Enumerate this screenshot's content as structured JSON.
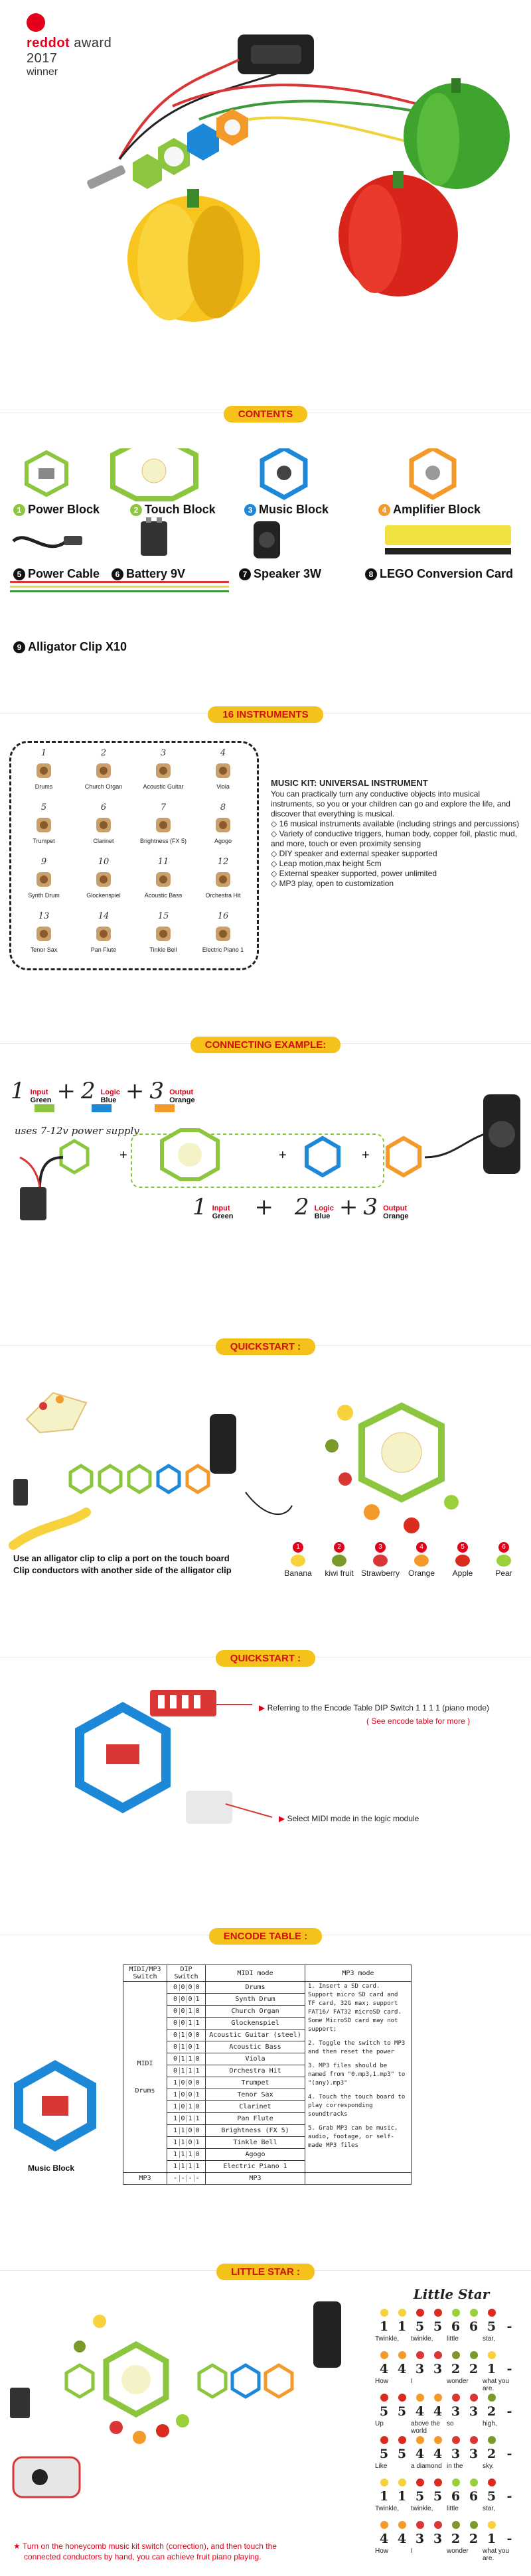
{
  "hero": {
    "award_brand": "reddot",
    "award_text": "award 2017",
    "award_sub": "winner"
  },
  "contents": {
    "title": "CONTENTS",
    "items": [
      {
        "n": "1",
        "label": "Power Block",
        "color": "#8cc63f"
      },
      {
        "n": "2",
        "label": "Touch Block",
        "color": "#8cc63f"
      },
      {
        "n": "3",
        "label": "Music Block",
        "color": "#1e88d8"
      },
      {
        "n": "4",
        "label": "Amplifier Block",
        "color": "#f39a2b"
      },
      {
        "n": "5",
        "label": "Power Cable",
        "color": "#111111"
      },
      {
        "n": "6",
        "label": "Battery 9V",
        "color": "#111111"
      },
      {
        "n": "7",
        "label": "Speaker 3W",
        "color": "#111111"
      },
      {
        "n": "8",
        "label": "LEGO Conversion Card",
        "color": "#111111"
      },
      {
        "n": "9",
        "label": "Alligator Clip X10",
        "color": "#111111"
      }
    ]
  },
  "instruments": {
    "title": "16 INSTRUMENTS",
    "items": [
      {
        "n": "1",
        "label": "Drums"
      },
      {
        "n": "2",
        "label": "Church Organ"
      },
      {
        "n": "3",
        "label": "Acoustic Guitar"
      },
      {
        "n": "4",
        "label": "Viola"
      },
      {
        "n": "5",
        "label": "Trumpet"
      },
      {
        "n": "6",
        "label": "Clarinet"
      },
      {
        "n": "7",
        "label": "Brightness (FX 5)"
      },
      {
        "n": "8",
        "label": "Agogo"
      },
      {
        "n": "9",
        "label": "Synth Drum"
      },
      {
        "n": "10",
        "label": "Glockenspiel"
      },
      {
        "n": "11",
        "label": "Acoustic Bass"
      },
      {
        "n": "12",
        "label": "Orchestra Hit"
      },
      {
        "n": "13",
        "label": "Tenor Sax"
      },
      {
        "n": "14",
        "label": "Pan Flute"
      },
      {
        "n": "15",
        "label": "Tinkle Bell"
      },
      {
        "n": "16",
        "label": "Electric Piano 1"
      }
    ],
    "kit_title": "MUSIC KIT: UNIVERSAL INSTRUMENT",
    "kit_intro": "You can practically turn any conductive objects into musical instruments, so you or your children can go and explore the life, and discover that everything is musical.",
    "features": [
      "16 musical instruments available (including strings and percussions)",
      "Variety of conductive triggers, human body, copper foil, plastic mud, and more, touch or even proximity sensing",
      "DIY speaker and external speaker supported",
      "Leap motion,max height 5cm",
      "External speaker supported, power unlimited",
      "MP3 play, open to customization"
    ]
  },
  "connect": {
    "title": "CONNECTING EXAMPLE:",
    "n1": "1",
    "n2": "2",
    "n3": "3",
    "plus": "+",
    "eq": "=",
    "t1a": "Input",
    "t1b": "Green",
    "t2a": "Logic",
    "t2b": "Blue",
    "t3a": "Output",
    "t3b": "Orange",
    "supply": "uses 7-12v power supply"
  },
  "quickstart1": {
    "title": "QUICKSTART :",
    "line1": "Use an alligator clip to clip a port on the touch board",
    "line2": "Clip conductors with another side of the alligator clip",
    "fruits": [
      "Banana",
      "kiwi fruit",
      "Strawberry",
      "Orange",
      "Apple",
      "Pear"
    ],
    "markers": [
      "1",
      "2",
      "3",
      "4",
      "5",
      "6"
    ]
  },
  "quickstart2": {
    "title": "QUICKSTART :",
    "note1": "Referring to the Encode Table DIP Switch 1 1 1 1 (piano mode)",
    "note1b": "( See encode table for more )",
    "note2": "Select MIDI mode in the logic module"
  },
  "encode": {
    "title": "ENCODE TABLE :",
    "block_label": "Music Block",
    "headers": [
      "MIDI/MP3 Switch",
      "DIP Switch",
      "MIDI mode",
      "MP3 mode"
    ],
    "group_midi": "MIDI",
    "group_drums": "Drums",
    "group_mp3": "MP3",
    "rows": [
      {
        "bits": [
          "0",
          "0",
          "0",
          "0"
        ],
        "mode": "Drums"
      },
      {
        "bits": [
          "0",
          "0",
          "0",
          "1"
        ],
        "mode": "Synth Drum"
      },
      {
        "bits": [
          "0",
          "0",
          "1",
          "0"
        ],
        "mode": "Church Organ"
      },
      {
        "bits": [
          "0",
          "0",
          "1",
          "1"
        ],
        "mode": "Glockenspiel"
      },
      {
        "bits": [
          "0",
          "1",
          "0",
          "0"
        ],
        "mode": "Acoustic Guitar (steel)"
      },
      {
        "bits": [
          "0",
          "1",
          "0",
          "1"
        ],
        "mode": "Acoustic Bass"
      },
      {
        "bits": [
          "0",
          "1",
          "1",
          "0"
        ],
        "mode": "Viola"
      },
      {
        "bits": [
          "0",
          "1",
          "1",
          "1"
        ],
        "mode": "Orchestra Hit"
      },
      {
        "bits": [
          "1",
          "0",
          "0",
          "0"
        ],
        "mode": "Trumpet"
      },
      {
        "bits": [
          "1",
          "0",
          "0",
          "1"
        ],
        "mode": "Tenor Sax"
      },
      {
        "bits": [
          "1",
          "0",
          "1",
          "0"
        ],
        "mode": "Clarinet"
      },
      {
        "bits": [
          "1",
          "0",
          "1",
          "1"
        ],
        "mode": "Pan Flute"
      },
      {
        "bits": [
          "1",
          "1",
          "0",
          "0"
        ],
        "mode": "Brightness (FX 5)"
      },
      {
        "bits": [
          "1",
          "1",
          "0",
          "1"
        ],
        "mode": "Tinkle Bell"
      },
      {
        "bits": [
          "1",
          "1",
          "1",
          "0"
        ],
        "mode": "Agogo"
      },
      {
        "bits": [
          "1",
          "1",
          "1",
          "1"
        ],
        "mode": "Electric Piano 1"
      }
    ],
    "mp3_row": {
      "bits": [
        "-",
        "-",
        "-",
        "-"
      ],
      "mode": "MP3"
    },
    "mp3_notes": [
      "1. Insert a SD card. Support micro SD card and TF card, 32G max; support FAT16/ FAT32 microSD card. Some MicroSD card may not support;",
      "2. Toggle the switch to MP3 and then reset the power",
      "3. MP3 files should be named from \"0.mp3,1.mp3\" to \"(any).mp3\"",
      "4. Touch the touch board to play corresponding soundtracks",
      "5. Grab MP3 can be music, audio, footage, or self-made MP3 files"
    ]
  },
  "littlestar": {
    "title": "LITTLE STAR :",
    "score_title": "Little Star",
    "caption1": "Turn on the honeycomb music kit switch (correction), and then touch the",
    "caption2": "connected conductors by hand, you can achieve fruit piano playing.",
    "lines": [
      {
        "notes": [
          "1",
          "1",
          "5",
          "5",
          "6",
          "6",
          "5",
          "-"
        ],
        "lyrics": [
          "Twinkle,",
          "twinkle,",
          "little",
          "star,"
        ]
      },
      {
        "notes": [
          "4",
          "4",
          "3",
          "3",
          "2",
          "2",
          "1",
          "-"
        ],
        "lyrics": [
          "How",
          "I",
          "wonder",
          "what you are."
        ]
      },
      {
        "notes": [
          "5",
          "5",
          "4",
          "4",
          "3",
          "3",
          "2",
          "-"
        ],
        "lyrics": [
          "Up",
          "above the world",
          "so",
          "high,"
        ]
      },
      {
        "notes": [
          "5",
          "5",
          "4",
          "4",
          "3",
          "3",
          "2",
          "-"
        ],
        "lyrics": [
          "Like",
          "a diamond",
          "in the",
          "sky."
        ]
      },
      {
        "notes": [
          "1",
          "1",
          "5",
          "5",
          "6",
          "6",
          "5",
          "-"
        ],
        "lyrics": [
          "Twinkle,",
          "twinkle,",
          "little",
          "star,"
        ]
      },
      {
        "notes": [
          "4",
          "4",
          "3",
          "3",
          "2",
          "2",
          "1",
          "-"
        ],
        "lyrics": [
          "How",
          "I",
          "wonder",
          "what you are."
        ]
      }
    ]
  },
  "colors": {
    "red": "#e2001a",
    "yellow": "#f4c21a",
    "green": "#8cc63f",
    "blue": "#1e88d8",
    "orange": "#f39a2b"
  }
}
